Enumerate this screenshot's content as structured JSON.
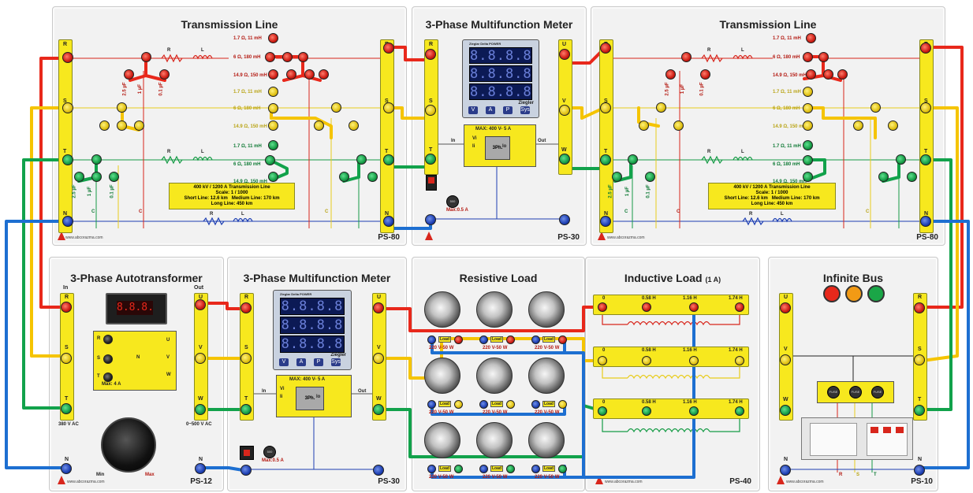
{
  "panels": {
    "tl1": {
      "title": "Transmission Line",
      "code": "PS-80",
      "web": "www.abcorazma.com"
    },
    "mm1": {
      "title": "3-Phase Multifunction Meter",
      "code": "PS-30"
    },
    "tl2": {
      "title": "Transmission Line",
      "code": "PS-80",
      "web": "www.abcorazma.com"
    },
    "auto": {
      "title": "3-Phase Autotransformer",
      "code": "PS-12",
      "in_label": "In",
      "out_label": "Out",
      "in_voltage": "380 V AC",
      "out_voltage": "0~500 V AC",
      "max_current": "Max: 4 A",
      "knob_min": "Min",
      "knob_max": "Max",
      "web": "www.abcorazma.com"
    },
    "mm2": {
      "title": "3-Phase Multifunction Meter",
      "code": "PS-30"
    },
    "res": {
      "title": "Resistive Load",
      "lamp_rating": "220 V-50 W",
      "load_tag": "Load"
    },
    "ind": {
      "title": "Inductive Load",
      "title_suffix": "(1 A)",
      "code": "PS-40",
      "web": "www.abcorazma.com",
      "taps": [
        "0",
        "0.58 H",
        "1.16 H",
        "1.74 H"
      ]
    },
    "bus": {
      "title": "Infinite Bus",
      "code": "PS-10",
      "web": "www.abcorazma.com",
      "bottom_labels": [
        "R",
        "S",
        "T"
      ],
      "lamp_colors": [
        "#e8281b",
        "#f29a15",
        "#1aa647"
      ]
    }
  },
  "transmission_info": {
    "line1": "400 kV / 1200 A Transmission Line",
    "line2": "Scale: 1 / 1000",
    "line3a": "Short Line: 12.6 km",
    "line3b": "Medium Line: 170 km",
    "line4": "Long Line: 450 km"
  },
  "impedances": [
    "1.7 Ω, 11 mH",
    "6 Ω, 180 mH",
    "14.9 Ω, 150 mH"
  ],
  "capacitances": [
    "2.5 µF",
    "1 µF",
    "0.1 µF"
  ],
  "phase_labels_rst": [
    "R",
    "S",
    "T"
  ],
  "phase_labels_uvw": [
    "U",
    "V",
    "W"
  ],
  "neutral": "N",
  "rl_labels": {
    "r": "R",
    "l": "L",
    "c": "C"
  },
  "meter": {
    "brand": "Zieglar Delta POWER",
    "brand_logo": "Ziegler",
    "digits": [
      "8.8.8.8",
      "8.8.8.8",
      "8.8.8.8"
    ],
    "buttons": [
      "V",
      "A",
      "P",
      "Sys"
    ],
    "module_title": "MAX: 400 V- 5 A",
    "module_in": "In",
    "module_out": "Out",
    "chip": "3Ph.",
    "vi": "Vi",
    "ii": "Ii",
    "io": "Io",
    "fuse_label": "Max:0.5 A",
    "fuse_rating": "500"
  },
  "auto_display": "8.8.8.",
  "auto_taps": [
    "R",
    "S",
    "T"
  ],
  "auto_coil_labels": [
    "U",
    "V",
    "W",
    "N"
  ],
  "bus_fuse": "FUSE",
  "colors": {
    "red": "#e8281b",
    "yellow": "#f5c400",
    "green": "#12a24b",
    "blue": "#1d6fd1",
    "panel": "#f2f2f2",
    "bar": "#f7e81e"
  }
}
